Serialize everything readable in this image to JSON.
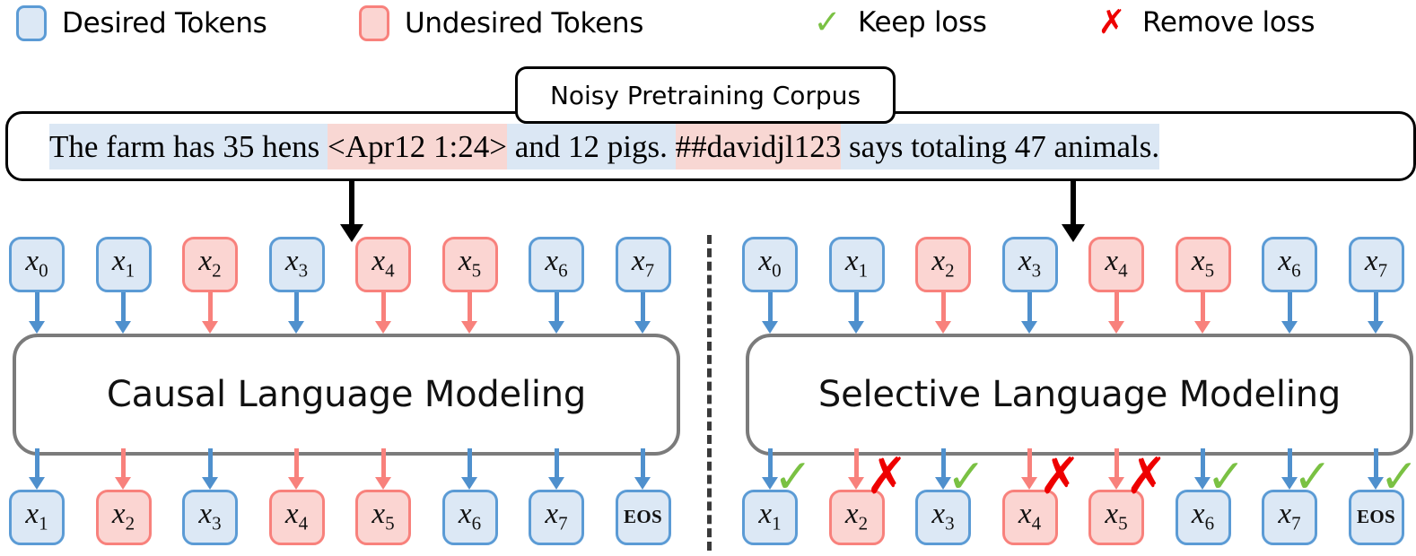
{
  "legend": {
    "items": [
      {
        "type": "swatch",
        "variant": "blue",
        "label": "Desired Tokens",
        "name": "legend-desired-tokens"
      },
      {
        "type": "swatch",
        "variant": "red",
        "label": "Undesired Tokens",
        "name": "legend-undesired-tokens"
      },
      {
        "type": "mark",
        "variant": "tick",
        "glyph": "✓",
        "label": "Keep loss",
        "name": "legend-keep-loss"
      },
      {
        "type": "mark",
        "variant": "cross",
        "glyph": "✗",
        "label": "Remove loss",
        "name": "legend-remove-loss"
      }
    ]
  },
  "corpus": {
    "tag_label": "Noisy Pretraining Corpus",
    "segments": [
      {
        "text": "The farm has 35 hens ",
        "kind": "desired"
      },
      {
        "text": "<Apr12 1:24>",
        "kind": "undesired"
      },
      {
        "text": " and 12 pigs. ",
        "kind": "desired"
      },
      {
        "text": "##davidjl123",
        "kind": "undesired"
      },
      {
        "text": " says totaling 47 animals.",
        "kind": "desired"
      }
    ],
    "full_text": "The farm has 35 hens <Apr12 1:24> and 12 pigs. ##davidjl123 says totaling 47 animals."
  },
  "colors": {
    "desired_fill": "#dce8f5",
    "desired_border": "#5b9bd5",
    "undesired_fill": "#fbd5d2",
    "undesired_border": "#f8817c",
    "keep_mark": "#7ac143",
    "remove_mark": "#ee0000",
    "model_border": "#7b7b7b"
  },
  "panels": [
    {
      "id": "clm",
      "model_label": "Causal Language Modeling",
      "input_tokens": [
        {
          "label": "x",
          "sub": "0",
          "kind": "desired"
        },
        {
          "label": "x",
          "sub": "1",
          "kind": "desired"
        },
        {
          "label": "x",
          "sub": "2",
          "kind": "undesired"
        },
        {
          "label": "x",
          "sub": "3",
          "kind": "desired"
        },
        {
          "label": "x",
          "sub": "4",
          "kind": "undesired"
        },
        {
          "label": "x",
          "sub": "5",
          "kind": "undesired"
        },
        {
          "label": "x",
          "sub": "6",
          "kind": "desired"
        },
        {
          "label": "x",
          "sub": "7",
          "kind": "desired"
        }
      ],
      "output_tokens": [
        {
          "label": "x",
          "sub": "1",
          "kind": "desired",
          "loss": "none"
        },
        {
          "label": "x",
          "sub": "2",
          "kind": "undesired",
          "loss": "none"
        },
        {
          "label": "x",
          "sub": "3",
          "kind": "desired",
          "loss": "none"
        },
        {
          "label": "x",
          "sub": "4",
          "kind": "undesired",
          "loss": "none"
        },
        {
          "label": "x",
          "sub": "5",
          "kind": "undesired",
          "loss": "none"
        },
        {
          "label": "x",
          "sub": "6",
          "kind": "desired",
          "loss": "none"
        },
        {
          "label": "x",
          "sub": "7",
          "kind": "desired",
          "loss": "none"
        },
        {
          "label": "EOS",
          "sub": "",
          "kind": "desired",
          "loss": "none"
        }
      ]
    },
    {
      "id": "slm",
      "model_label": "Selective Language Modeling",
      "input_tokens": [
        {
          "label": "x",
          "sub": "0",
          "kind": "desired"
        },
        {
          "label": "x",
          "sub": "1",
          "kind": "desired"
        },
        {
          "label": "x",
          "sub": "2",
          "kind": "undesired"
        },
        {
          "label": "x",
          "sub": "3",
          "kind": "desired"
        },
        {
          "label": "x",
          "sub": "4",
          "kind": "undesired"
        },
        {
          "label": "x",
          "sub": "5",
          "kind": "undesired"
        },
        {
          "label": "x",
          "sub": "6",
          "kind": "desired"
        },
        {
          "label": "x",
          "sub": "7",
          "kind": "desired"
        }
      ],
      "output_tokens": [
        {
          "label": "x",
          "sub": "1",
          "kind": "desired",
          "loss": "keep"
        },
        {
          "label": "x",
          "sub": "2",
          "kind": "undesired",
          "loss": "remove"
        },
        {
          "label": "x",
          "sub": "3",
          "kind": "desired",
          "loss": "keep"
        },
        {
          "label": "x",
          "sub": "4",
          "kind": "undesired",
          "loss": "remove"
        },
        {
          "label": "x",
          "sub": "5",
          "kind": "undesired",
          "loss": "remove"
        },
        {
          "label": "x",
          "sub": "6",
          "kind": "desired",
          "loss": "keep"
        },
        {
          "label": "x",
          "sub": "7",
          "kind": "desired",
          "loss": "keep"
        },
        {
          "label": "EOS",
          "sub": "",
          "kind": "desired",
          "loss": "keep"
        }
      ]
    }
  ],
  "marks": {
    "keep_glyph": "✓",
    "remove_glyph": "✗"
  }
}
